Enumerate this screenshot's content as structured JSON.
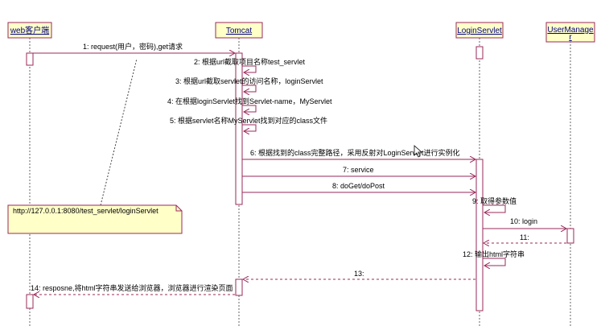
{
  "lifelines": [
    {
      "name": "web客户端"
    },
    {
      "name": "Tomcat"
    },
    {
      "name": "LoginServlet"
    },
    {
      "name": "UserManager"
    }
  ],
  "messages": [
    {
      "label": "1: request(用户，密码),get请求"
    },
    {
      "label": "2: 根据url截取项目名称test_servlet"
    },
    {
      "label": "3: 根据url截取servlet的访问名称，loginServlet"
    },
    {
      "label": "4: 在根据loginServlet找到Servlet-name，MyServlet"
    },
    {
      "label": "5: 根据servlet名称MyServlet找到对应的class文件"
    },
    {
      "label": "6: 根据找到的class完整路径，采用反射对LoginServlet进行实例化"
    },
    {
      "label": "7: service"
    },
    {
      "label": "8: doGet/doPost"
    },
    {
      "label": "9: 取得参数值"
    },
    {
      "label": "10: login"
    },
    {
      "label": "11:"
    },
    {
      "label": "12: 输出html字符串"
    },
    {
      "label": "13:"
    },
    {
      "label": "14: resposne,将html字符串发送给浏览器，浏览器进行渲染页面"
    }
  ],
  "note": {
    "text": "http://127.0.0.1:8080/test_servlet/loginServlet"
  }
}
